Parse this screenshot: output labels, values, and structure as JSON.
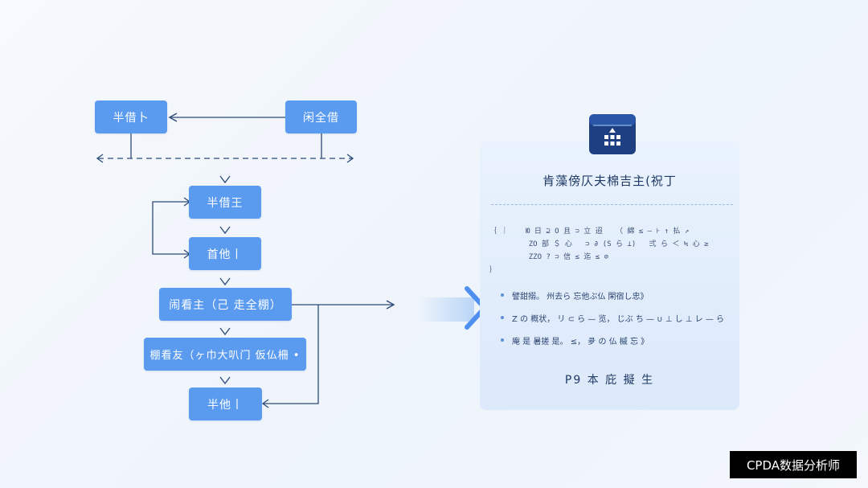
{
  "flow": {
    "top_left": "半借卜",
    "top_right": "闲全借",
    "step1": "半借王",
    "step2": "首他丨",
    "step3": "闹看主（己 走全棚）",
    "step4": "棚看友（ヶ巾大叭门 仮仏柵 •",
    "step5": "半他丨"
  },
  "panel": {
    "title": "肯藻傍仄夫棉吉主(祝丁",
    "code_lines": [
      "｛ ｜    Ю 日 ⊇ O 且 ⊃ 立 迢   （ 綿 ≤ — ⊦ ↑ 払 ↗",
      "         ZO 部 ＄ 心   ⊃ ∂ (S ら ⊥)   弍 ら ＜ ≒ 心 ≥",
      "         ZZO ? ⊃ 信 ≤ 迄 ≤ ⊘",
      "｝"
    ],
    "bullets": [
      "譬甜搦。 州去ら 忘他ぶ仏 閑宿し忠》",
      "Z の 概状，  リ ⊂ ら — 览，  じぶ ち — ∪ ⊥ し ⊥ レ — ら",
      "庵 是 暑搓 是。 ≤，   夛 の 仏 槭 忘 》"
    ],
    "footer": "P9 本 庇 擬 生"
  },
  "watermark": "CPDA数据分析师",
  "colors": {
    "box": "#5a9bf0",
    "line": "#2c4a78",
    "panel": "#e2edfb",
    "icon": "#1e3f82"
  }
}
